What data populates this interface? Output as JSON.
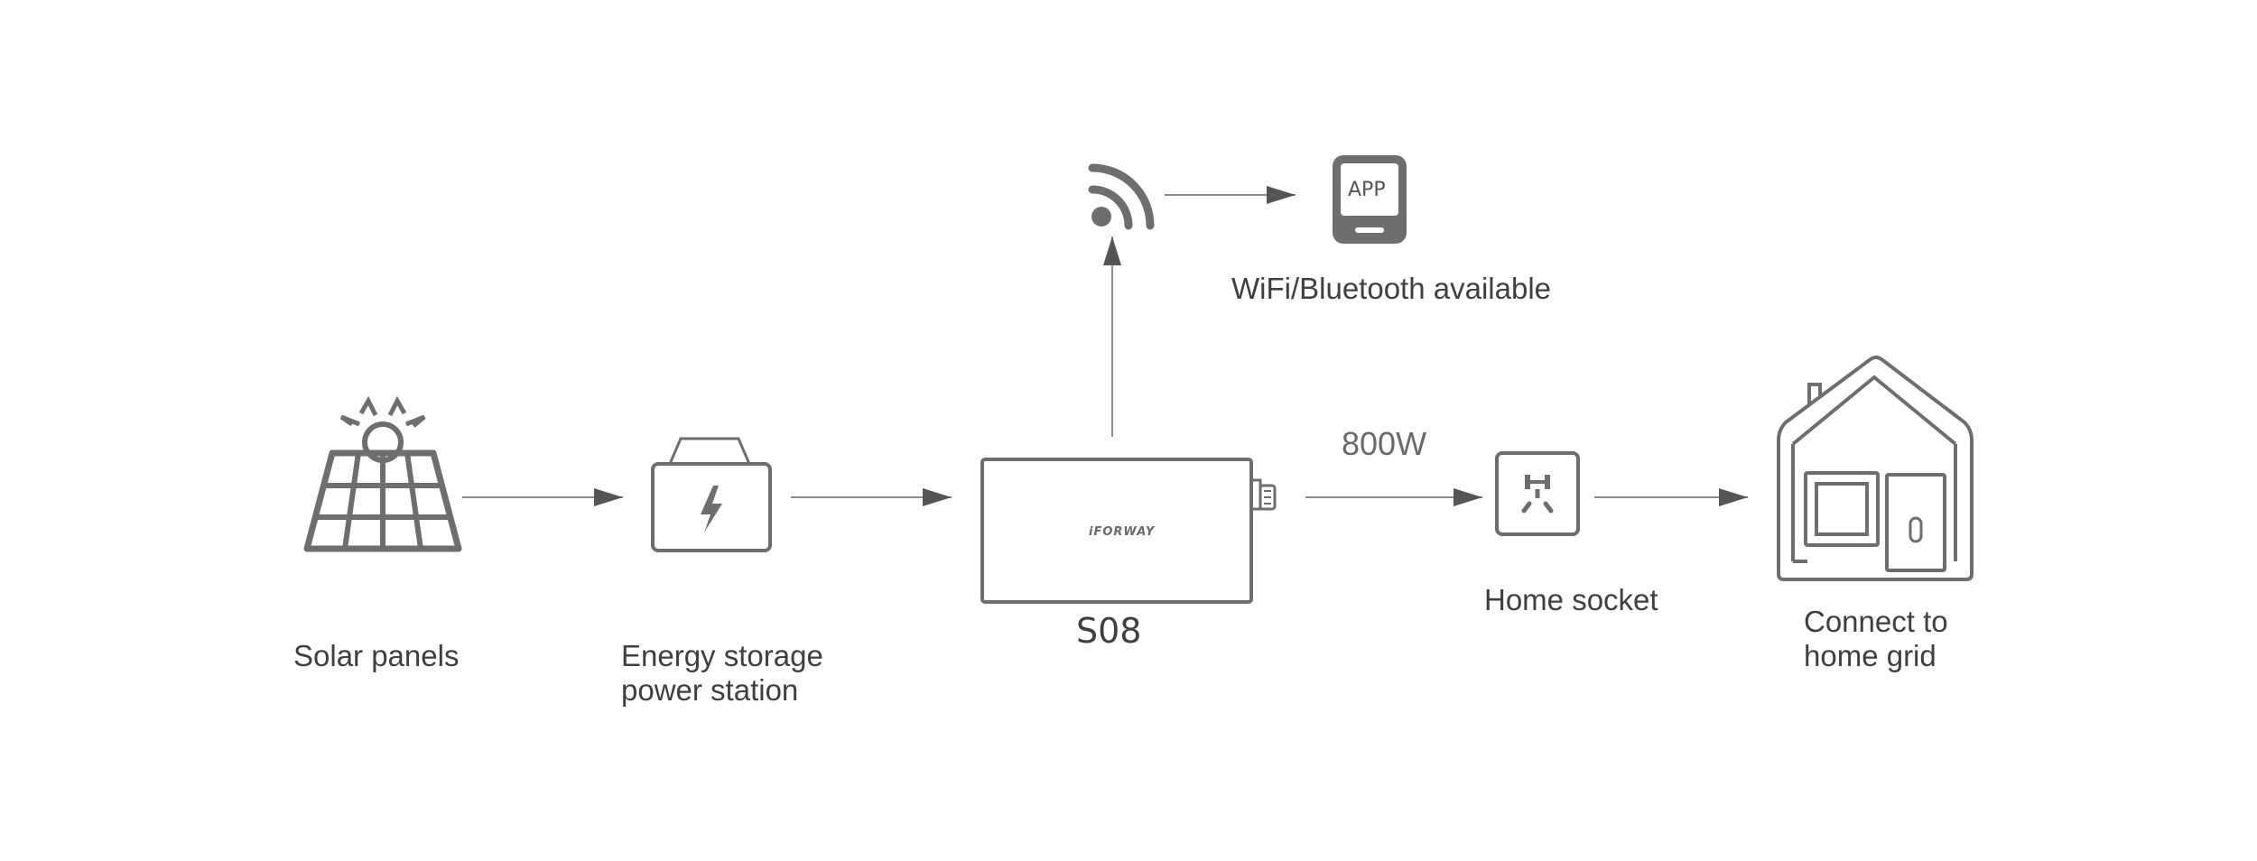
{
  "nodes": {
    "solar": {
      "label": "Solar panels",
      "icon": "solar-panel-icon"
    },
    "storage": {
      "label_line1": "Energy storage",
      "label_line2": "power station",
      "icon": "battery-bolt-icon"
    },
    "device": {
      "label": "S08",
      "brand": "iFORWAY",
      "icon": "inverter-device-icon"
    },
    "wireless": {
      "label": "WiFi/Bluetooth available",
      "icon": "wifi-signal-icon"
    },
    "app": {
      "text": "APP",
      "icon": "tablet-app-icon"
    },
    "socket": {
      "label": "Home socket",
      "icon": "power-socket-icon"
    },
    "home": {
      "label_line1": "Connect to",
      "label_line2": "home grid",
      "icon": "house-icon"
    }
  },
  "edges": [
    {
      "from": "solar",
      "to": "storage"
    },
    {
      "from": "storage",
      "to": "device"
    },
    {
      "from": "device",
      "to": "wireless"
    },
    {
      "from": "wireless",
      "to": "app"
    },
    {
      "from": "device",
      "to": "socket",
      "label": "800W"
    },
    {
      "from": "socket",
      "to": "home"
    }
  ],
  "colors": {
    "ink": "#6e6e6e",
    "text": "#3f3f3f",
    "background": "#ffffff"
  }
}
